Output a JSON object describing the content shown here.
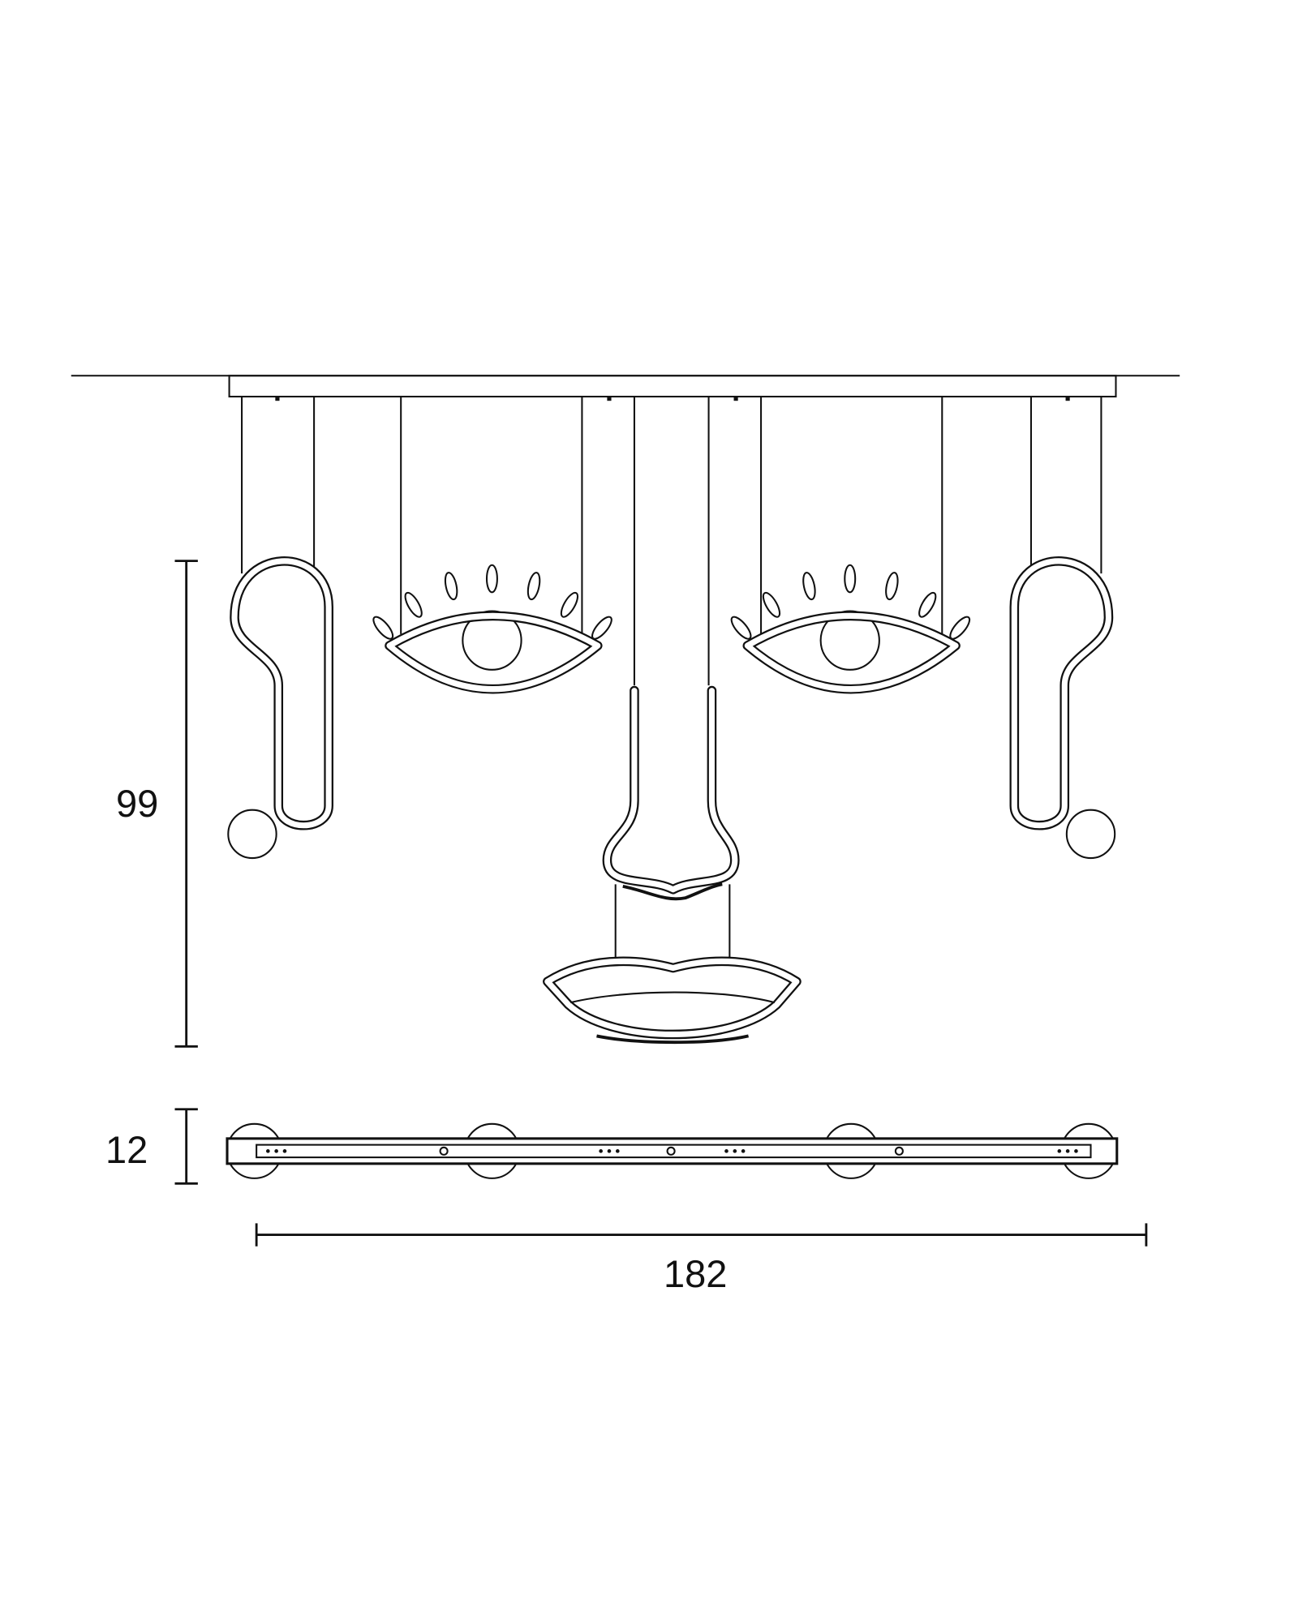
{
  "dimensions": {
    "height_label": "99",
    "depth_label": "12",
    "width_label": "182"
  },
  "colors": {
    "line": "#111111",
    "background": "#ffffff"
  }
}
